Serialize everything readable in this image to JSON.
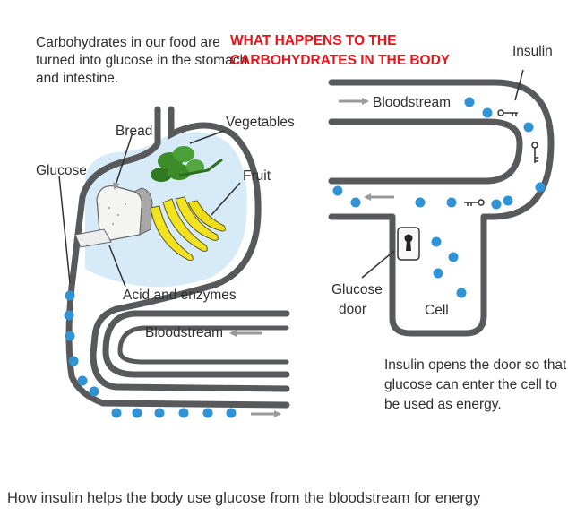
{
  "intro": {
    "line1": "Carbohydrates in our food are",
    "line2": "turned into glucose in the stomach",
    "line3": "and intestine."
  },
  "heading": {
    "line1": "WHAT HAPPENS TO THE",
    "line2": "CARBOHYDRATES IN THE BODY",
    "color": "#e8141b"
  },
  "labels": {
    "bread": "Bread",
    "vegetables": "Vegetables",
    "fruit": "Fruit",
    "glucose": "Glucose",
    "acid": "Acid and enzymes",
    "bloodstream_left": "Bloodstream",
    "bloodstream_right": "Bloodstream",
    "insulin": "Insulin",
    "glucose_door_1": "Glucose",
    "glucose_door_2": "door",
    "cell": "Cell"
  },
  "note": {
    "line1": "Insulin opens the door so that",
    "line2": "glucose can enter the cell to",
    "line3": "be used as energy."
  },
  "caption": "How insulin helps the body use glucose from the bloodstream for energy",
  "colors": {
    "vessel": "#58595b",
    "glucose_dot": "#2f93d6",
    "stomach_fill": "#cfe6f5",
    "banana": "#f2e21f",
    "greens": "#3c8c2a",
    "arrow": "#9a9a9a"
  },
  "icons": [
    "bread-icon",
    "vegetables-icon",
    "banana-icon",
    "key-icon",
    "keyhole-icon",
    "arrow-icon"
  ]
}
